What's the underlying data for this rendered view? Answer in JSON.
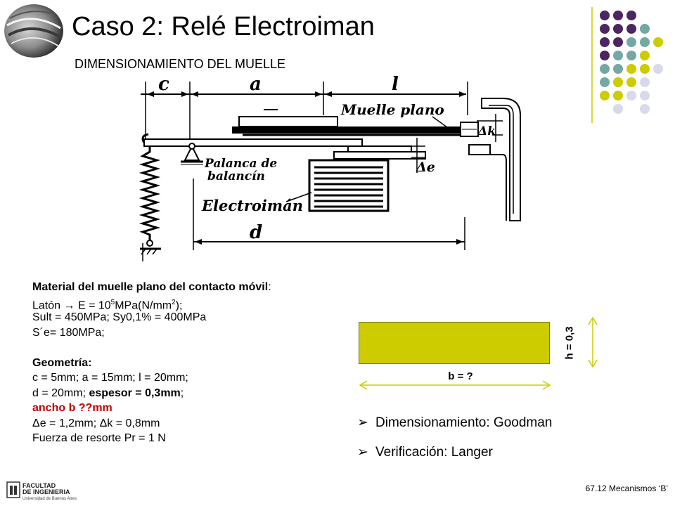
{
  "header": {
    "title": "Caso 2: Relé Electroiman",
    "subtitle": "DIMENSIONAMIENTO DEL MUELLE"
  },
  "diagram": {
    "labels": {
      "c": "c",
      "a": "a",
      "l": "l",
      "muelle": "Muelle plano",
      "palanca_1": "Palanca de",
      "palanca_2": "balancín",
      "electroiman": "Electroimán",
      "d": "d",
      "delta_k": "Δk",
      "delta_e": "Δe"
    }
  },
  "spec": {
    "material_heading": "Material del muelle plano del contacto móvil",
    "material_colon": ":",
    "laton_prefix": "Latón",
    "arrow": "→",
    "e_text": "E = 10",
    "e_exp": "5",
    "e_unit": "MPa(N/mm",
    "e_unit_exp": "2",
    "e_close": ");",
    "line_sult": "Sult = 450MPa; Sy0,1% = 400MPa",
    "line_se": "S´e= 180MPa;",
    "geom_heading": "Geometría:",
    "line_cal": "c = 5mm; a = 15mm; l = 20mm;",
    "line_d_prefix": "d = 20mm;",
    "line_d_bold": "espesor = 0,3mm",
    "line_d_suffix": ";",
    "line_ancho": "ancho b ??mm",
    "line_delta": "Δe = 1,2mm;  Δk = 0,8mm",
    "line_fuerza": "Fuerza de resorte Pr = 1 N"
  },
  "section": {
    "width_label": "b = ?",
    "height_label": "h = 0,3",
    "fill_color": "#cccc00"
  },
  "bullets": [
    {
      "text": "Dimensionamiento: Goodman"
    },
    {
      "text": "Verificación: Langer"
    }
  ],
  "footer": {
    "logo_line1": "FACULTAD",
    "logo_line2": "DE INGENIERIA",
    "logo_line3": "Universidad de Buenos Aires",
    "course": "67.12 Mecanismos ‘B’"
  },
  "palette": {
    "purple": "#4b2660",
    "teal": "#74a8a4",
    "olive": "#cccc00",
    "lavender": "#d9d9ec"
  }
}
